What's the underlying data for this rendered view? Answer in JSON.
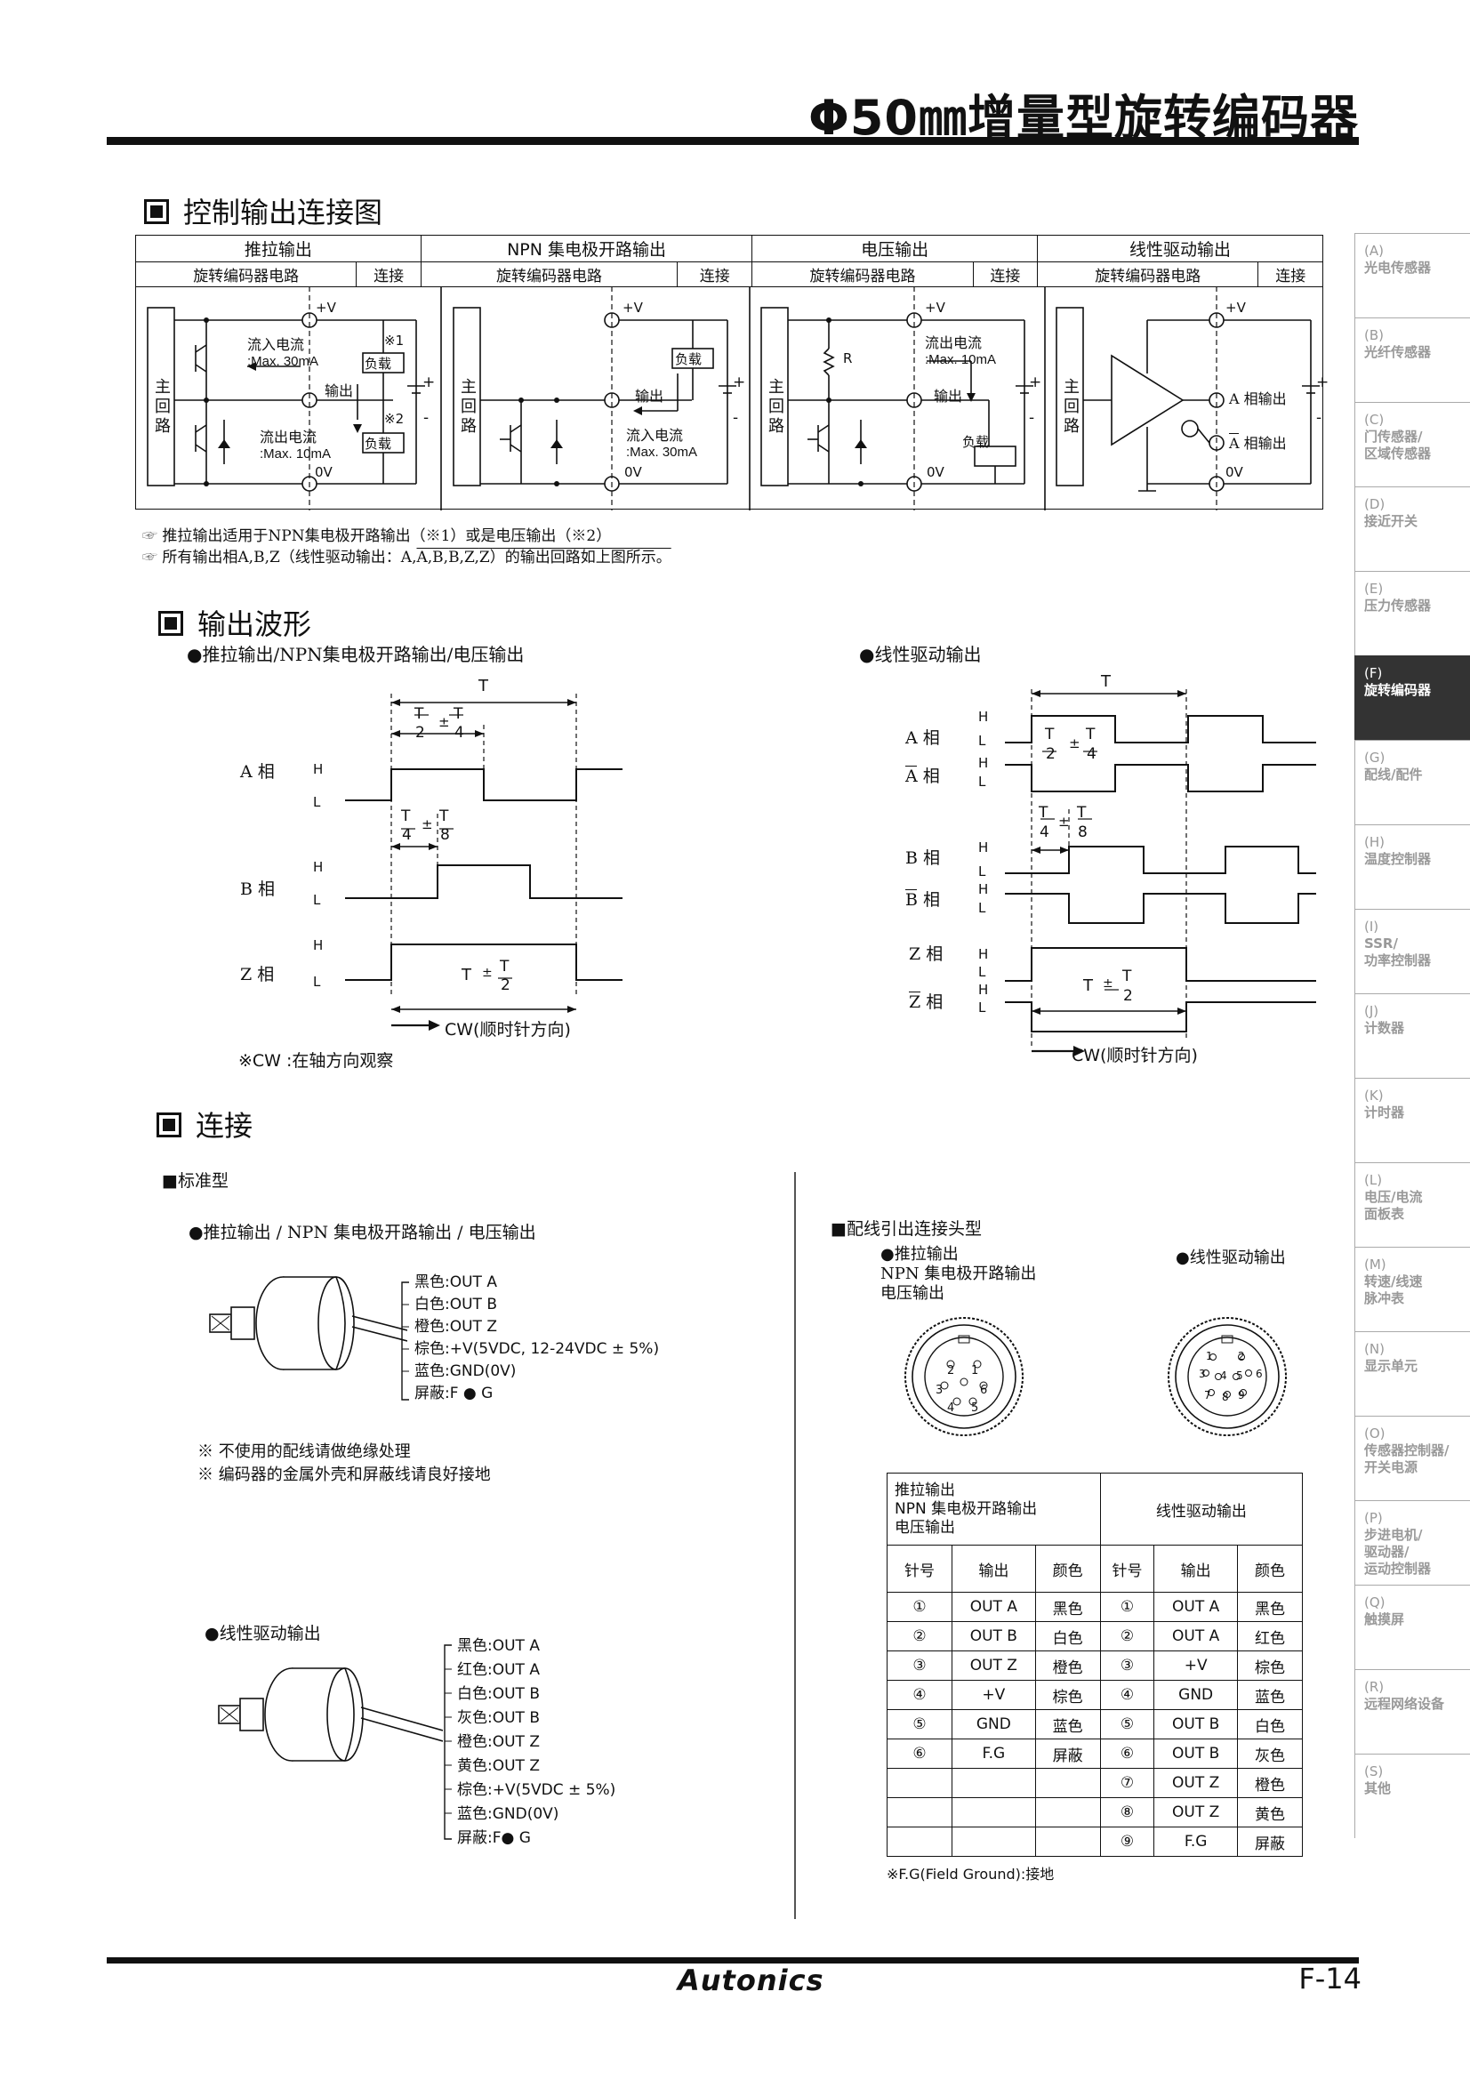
{
  "header": {
    "title": "Φ50㎜增量型旋转编码器"
  },
  "s1": {
    "title": "控制输出连接图",
    "cols": [
      {
        "name": "推拉输出",
        "sub1": "旋转编码器电路",
        "sub2": "连接"
      },
      {
        "name": "NPN 集电极开路输出",
        "sub1": "旋转编码器电路",
        "sub2": "连接"
      },
      {
        "name": "电压输出",
        "sub1": "旋转编码器电路",
        "sub2": "连接"
      },
      {
        "name": "线性驱动输出",
        "sub1": "旋转编码器电路",
        "sub2": "连接"
      }
    ],
    "c1": {
      "main": [
        "主",
        "回",
        "路"
      ],
      "vp": "+V",
      "n1": "※1",
      "n2": "※2",
      "inflow1": "流入电流",
      "inflow2": ":Max. 30mA",
      "load": "负载",
      "out": "输出",
      "outflow1": "流出电流",
      "outflow2": ":Max. 10mA",
      "ov": "0V",
      "plus": "+",
      "minus": "-"
    },
    "c2": {
      "main": [
        "主",
        "回",
        "路"
      ],
      "vp": "+V",
      "load": "负载",
      "out": "输出",
      "inflow1": "流入电流",
      "inflow2": ":Max. 30mA",
      "ov": "0V",
      "plus": "+",
      "minus": "-"
    },
    "c3": {
      "main": [
        "主",
        "回",
        "路"
      ],
      "vp": "+V",
      "r": "R",
      "outflow1": "流出电流",
      "outflow2": ":Max. 10mA",
      "out": "输出",
      "load": "负载",
      "ov": "0V",
      "plus": "+",
      "minus": "-"
    },
    "c4": {
      "main": [
        "主",
        "回",
        "路"
      ],
      "vp": "+V",
      "aout": "A 相输出",
      "abarout": "A 相输出",
      "abar": "A",
      "ov": "0V",
      "plus": "+",
      "minus": "-"
    },
    "note1": "推拉输出适用于NPN集电极开路输出（※1）或是电压输出（※2）",
    "note2a": "所有输出相A,B,Z（线性驱动输出：A,",
    "note2b": "A,B,",
    "note2c": "B,Z,",
    "note2d": "Z）的输出回路如上图所示。",
    "nbA": "A",
    "nbB": "B",
    "nbZ": "Z"
  },
  "s2": {
    "title": "输出波形",
    "left": {
      "title": "●推拉输出/NPN集电极开路输出/电压输出",
      "T": "T",
      "A": "A 相",
      "B": "B 相",
      "Z": "Z 相",
      "H": "H",
      "L": "L",
      "pm": "±",
      "n2": "2",
      "n4": "4",
      "n8": "8",
      "cw": "CW(顺时针方向)",
      "note": "※CW :在轴方向观察"
    },
    "right": {
      "title": "●线性驱动输出",
      "T": "T",
      "A": "A 相",
      "Abar": "A 相",
      "B": "B 相",
      "Bbar": "B 相",
      "Z": "Z 相",
      "Zbar": "Z 相",
      "H": "H",
      "L": "L",
      "pm": "±",
      "n2": "2",
      "n4": "4",
      "n8": "8",
      "cw": "CW(顺时针方向)"
    }
  },
  "s3": {
    "title": "连接",
    "std": "■标准型",
    "pp_title": "●推拉输出 / NPN 集电极开路输出 / 电压输出",
    "wires1": [
      "黑色:OUT A",
      "白色:OUT B",
      "橙色:OUT Z",
      "棕色:+V(5VDC, 12-24VDC ± 5%)",
      "蓝色:GND(0V)",
      "屏蔽:F ● G"
    ],
    "note1": "※  不使用的配线请做绝缘处理",
    "note2": "※  编码器的金属外壳和屏蔽线请良好接地",
    "ld_title": "●线性驱动输出",
    "wires2": [
      "黑色:OUT A",
      "红色:OUT A",
      "白色:OUT B",
      "灰色:OUT B",
      "橙色:OUT Z",
      "黄色:OUT Z",
      "棕色:+V(5VDC ±  5%)",
      "蓝色:GND(0V)",
      "屏蔽:F● G"
    ],
    "conn_title": "■配线引出连接头型",
    "conn_pp": [
      "●推拉输出",
      "NPN 集电极开路输出",
      "电压输出"
    ],
    "conn_ld": "●线性驱动输出",
    "pins6": [
      "1",
      "2",
      "3",
      "4",
      "5",
      "6"
    ],
    "pins9": [
      "1",
      "2",
      "3",
      "4",
      "5",
      "6",
      "7",
      "8",
      "9"
    ],
    "table": {
      "h1": [
        "推拉输出",
        "NPN 集电极开路输出",
        "电压输出"
      ],
      "h2": "线性驱动输出",
      "cols": [
        "针号",
        "输出",
        "颜色",
        "针号",
        "输出",
        "颜色"
      ],
      "rows": [
        [
          "①",
          "OUT A",
          "黑色",
          "①",
          "OUT A",
          "黑色"
        ],
        [
          "②",
          "OUT B",
          "白色",
          "②",
          "OUT A",
          "红色"
        ],
        [
          "③",
          "OUT Z",
          "橙色",
          "③",
          "+V",
          "棕色"
        ],
        [
          "④",
          "+V",
          "棕色",
          "④",
          "GND",
          "蓝色"
        ],
        [
          "⑤",
          "GND",
          "蓝色",
          "⑤",
          "OUT B",
          "白色"
        ],
        [
          "⑥",
          "F.G",
          "屏蔽",
          "⑥",
          "OUT B",
          "灰色"
        ],
        [
          "",
          "",
          "",
          "⑦",
          "OUT Z",
          "橙色"
        ],
        [
          "",
          "",
          "",
          "⑧",
          "OUT Z",
          "黄色"
        ],
        [
          "",
          "",
          "",
          "⑨",
          "F.G",
          "屏蔽"
        ]
      ],
      "note": "※F.G(Field Ground):接地"
    }
  },
  "sidebar": [
    {
      "code": "(A)",
      "label": "光电传感器"
    },
    {
      "code": "(B)",
      "label": "光纤传感器"
    },
    {
      "code": "(C)",
      "label": "门传感器/\n区域传感器"
    },
    {
      "code": "(D)",
      "label": "接近开关"
    },
    {
      "code": "(E)",
      "label": "压力传感器"
    },
    {
      "code": "(F)",
      "label": "旋转编码器"
    },
    {
      "code": "(G)",
      "label": "配线/配件"
    },
    {
      "code": "(H)",
      "label": "温度控制器"
    },
    {
      "code": "(I)",
      "label": "SSR/\n功率控制器"
    },
    {
      "code": "(J)",
      "label": "计数器"
    },
    {
      "code": "(K)",
      "label": "计时器"
    },
    {
      "code": "(L)",
      "label": "电压/电流\n面板表"
    },
    {
      "code": "(M)",
      "label": "转速/线速\n脉冲表"
    },
    {
      "code": "(N)",
      "label": "显示单元"
    },
    {
      "code": "(O)",
      "label": "传感器控制器/\n开关电源"
    },
    {
      "code": "(P)",
      "label": "步进电机/\n驱动器/\n运动控制器"
    },
    {
      "code": "(Q)",
      "label": "触摸屏"
    },
    {
      "code": "(R)",
      "label": "远程网络设备"
    },
    {
      "code": "(S)",
      "label": "其他"
    }
  ],
  "footer": {
    "brand": "Autonics",
    "page": "F-14"
  }
}
